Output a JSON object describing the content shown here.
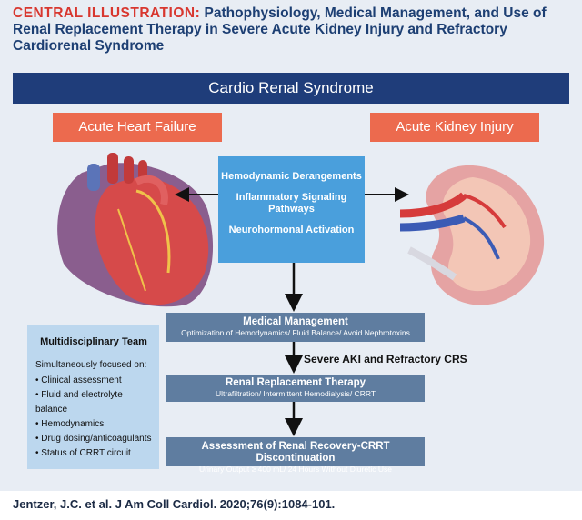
{
  "header": {
    "label": "CENTRAL ILLUSTRATION:",
    "title": " Pathophysiology, Medical Management, and Use of Renal Replacement Therapy in Severe Acute Kidney Injury and Refractory Cardiorenal Syndrome"
  },
  "band": "Cardio Renal Syndrome",
  "left_pill": "Acute Heart Failure",
  "right_pill": "Acute Kidney Injury",
  "mechanisms": [
    "Hemodynamic Derangements",
    "Inflammatory Signaling Pathways",
    "Neurohormonal Activation"
  ],
  "steps": [
    {
      "title": "Medical Management",
      "subtitle": "Optimization of Hemodynamics/ Fluid Balance/ Avoid Nephrotoxins"
    },
    {
      "title": "Renal Replacement Therapy",
      "subtitle": "Ultrafiltration/ Intermittent Hemodialysis/ CRRT"
    },
    {
      "title": "Assessment of Renal Recovery-CRRT Discontinuation",
      "subtitle": "Urinary Output ≥ 400 mL/ 24 Hours Without Diuretic Use"
    }
  ],
  "arrow_label": "Severe AKI and Refractory CRS",
  "team": {
    "title": "Multidisciplinary Team",
    "intro": "Simultaneously focused on:",
    "items": [
      "• Clinical assessment",
      "• Fluid and electrolyte balance",
      "• Hemodynamics",
      "• Drug dosing/anticoagulants",
      "• Status of CRRT circuit"
    ]
  },
  "footer": "Jentzer, J.C. et al. J Am Coll Cardiol. 2020;76(9):1084-101.",
  "colors": {
    "navy": "#1f3d7a",
    "coral": "#ec6a4e",
    "blue": "#4a9fdc",
    "slate": "#5f7da0",
    "panel": "#e8edf4",
    "team": "#bcd7ee",
    "red": "#d8372f"
  }
}
